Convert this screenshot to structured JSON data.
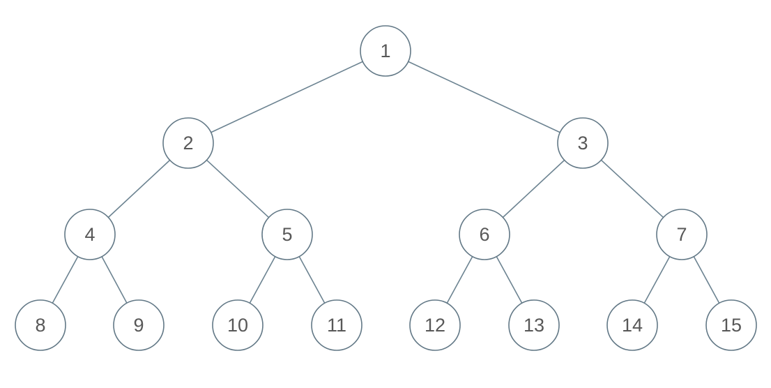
{
  "tree": {
    "nodes": [
      {
        "id": 1,
        "label": "1"
      },
      {
        "id": 2,
        "label": "2"
      },
      {
        "id": 3,
        "label": "3"
      },
      {
        "id": 4,
        "label": "4"
      },
      {
        "id": 5,
        "label": "5"
      },
      {
        "id": 6,
        "label": "6"
      },
      {
        "id": 7,
        "label": "7"
      },
      {
        "id": 8,
        "label": "8"
      },
      {
        "id": 9,
        "label": "9"
      },
      {
        "id": 10,
        "label": "10"
      },
      {
        "id": 11,
        "label": "11"
      },
      {
        "id": 12,
        "label": "12"
      },
      {
        "id": 13,
        "label": "13"
      },
      {
        "id": 14,
        "label": "14"
      },
      {
        "id": 15,
        "label": "15"
      }
    ],
    "edges": [
      [
        1,
        2
      ],
      [
        1,
        3
      ],
      [
        2,
        4
      ],
      [
        2,
        5
      ],
      [
        3,
        6
      ],
      [
        3,
        7
      ],
      [
        4,
        8
      ],
      [
        4,
        9
      ],
      [
        5,
        10
      ],
      [
        5,
        11
      ],
      [
        6,
        12
      ],
      [
        6,
        13
      ],
      [
        7,
        14
      ],
      [
        7,
        15
      ]
    ]
  },
  "colors": {
    "edge": "#6c8391",
    "node_border": "#627886",
    "node_fill": "#ffffff",
    "label": "#585858"
  }
}
